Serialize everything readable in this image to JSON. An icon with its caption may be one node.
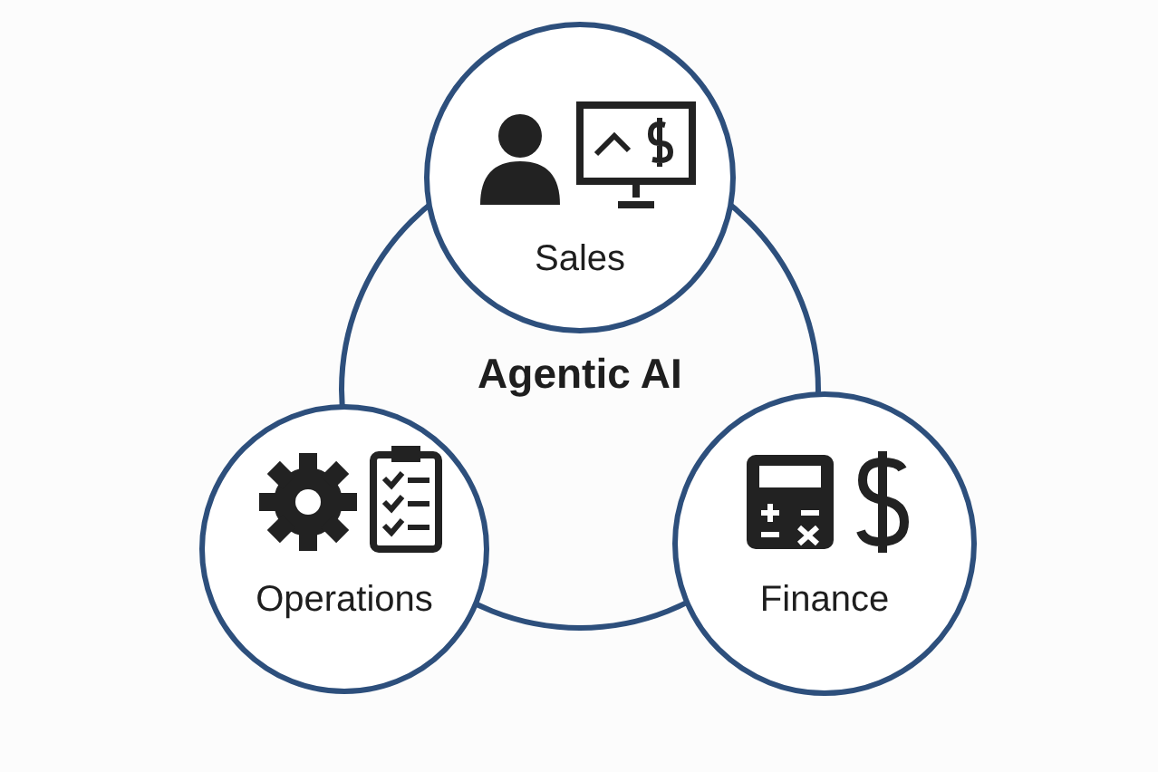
{
  "diagram": {
    "nodes": [
      {
        "text": [
          "Agentic AI"
        ]
      },
      {
        "text": [
          "Sales"
        ]
      },
      {
        "text": [
          "Operations"
        ]
      },
      {
        "text": [
          "Finance"
        ]
      }
    ]
  }
}
